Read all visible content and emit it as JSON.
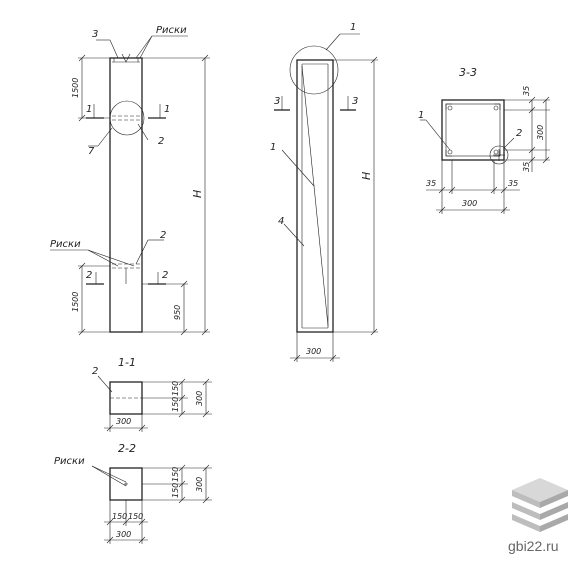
{
  "labels": {
    "riski": "Риски",
    "riski_bottom": "Риски",
    "riski_section": "Риски",
    "n1": "1",
    "n2": "2",
    "n3": "3",
    "n4": "4",
    "n7": "7",
    "H": "H"
  },
  "dims": {
    "d1500": "1500",
    "d950": "950",
    "d300": "300",
    "d150": "150",
    "d35": "35"
  },
  "sections": {
    "s11": "1-1",
    "s22": "2-2",
    "s33": "3-3"
  },
  "watermark": {
    "text": "gbi22.ru"
  }
}
